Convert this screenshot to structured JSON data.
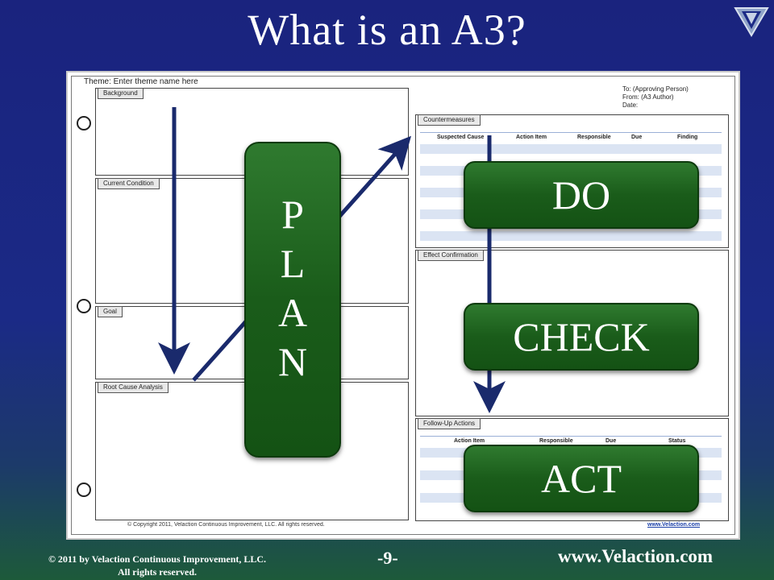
{
  "slide": {
    "title": "What is an A3?",
    "page_number": "-9-",
    "copyright_line1": "© 2011 by Velaction Continuous Improvement, LLC.",
    "copyright_line2": "All rights reserved.",
    "website": "www.Velaction.com",
    "logo_icon": "velaction-v-logo-icon"
  },
  "a3": {
    "theme": "Theme: Enter theme name here",
    "to": "To: (Approving Person)",
    "from": "From: (A3 Author)",
    "date": "Date:",
    "sections": {
      "background": "Background",
      "current_condition": "Current Condition",
      "goal": "Goal",
      "root_cause": "Root Cause Analysis",
      "countermeasures": "Countermeasures",
      "effect_confirmation": "Effect Confirmation",
      "follow_up": "Follow-Up Actions"
    },
    "countermeasure_columns": [
      "Suspected Cause",
      "Action Item",
      "Responsible",
      "Due",
      "Finding"
    ],
    "followup_columns": [
      "Action Item",
      "Responsible",
      "Due",
      "Status"
    ],
    "footer_copyright": "© Copyright 2011, Velaction Continuous Improvement, LLC. All rights reserved.",
    "footer_site": "www.Velaction.com"
  },
  "pdca": {
    "plan_letters": [
      "P",
      "L",
      "A",
      "N"
    ],
    "do": "DO",
    "check": "CHECK",
    "act": "ACT"
  },
  "colors": {
    "background": "#1a237e",
    "pill_green": "#1a5c1a",
    "arrow_navy": "#1a2a6c"
  }
}
